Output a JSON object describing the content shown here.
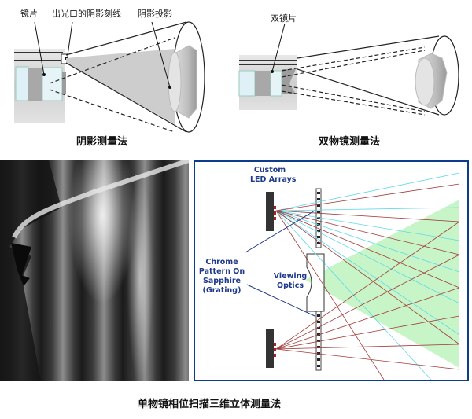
{
  "top_left": {
    "labels": {
      "lens": "镜片",
      "exit_reticle": "出光口的阴影刻线",
      "shadow_projection": "阴影投影"
    },
    "caption": "阴影测量法"
  },
  "top_right": {
    "labels": {
      "dual_lens": "双镜片"
    },
    "caption": "双物镜测量法"
  },
  "bottom_left": {
    "description": "grayscale photo of fringe pattern projected on a threaded part"
  },
  "bottom_right": {
    "labels": {
      "led_arrays_1": "Custom",
      "led_arrays_2": "LED Arrays",
      "chrome_1": "Chrome",
      "chrome_2": "Pattern On",
      "chrome_3": "Sapphire",
      "chrome_4": "(Grating)",
      "viewing_1": "Viewing",
      "viewing_2": "Optics"
    },
    "colors": {
      "frame": "#0d3b8e",
      "label_text": "#1f3a8a",
      "cyan_rays": "#5fd8e8",
      "red_rays": "#a23a3a",
      "field_of_view": "#c8f5c8"
    }
  },
  "bottom_caption": "单物镜相位扫描三维立体测量法"
}
